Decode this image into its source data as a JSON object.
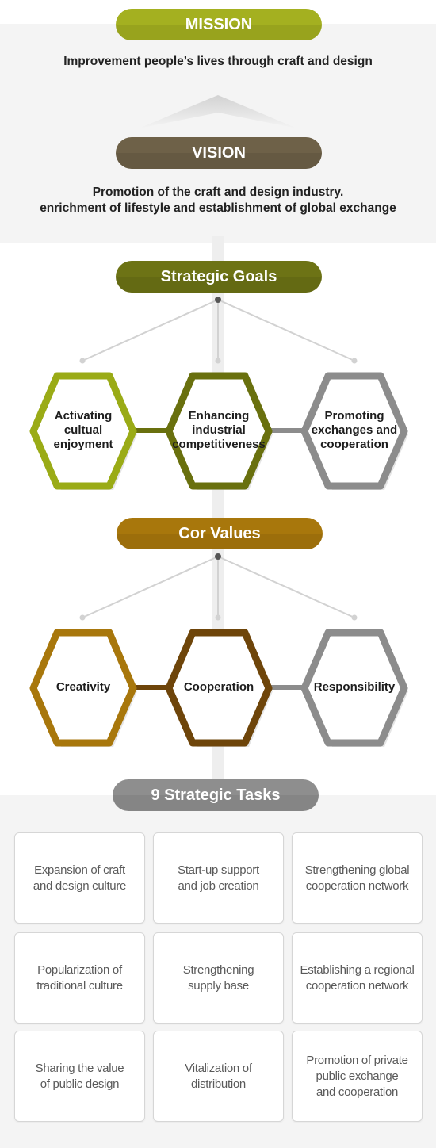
{
  "mission": {
    "label": "MISSION",
    "statement": "Improvement people’s lives through craft and design",
    "color": "#a4b020"
  },
  "vision": {
    "label": "VISION",
    "statement_line1": "Promotion of the craft and design industry.",
    "statement_line2": "enrichment of lifestyle and establishment of global exchange",
    "color": "#6e6148"
  },
  "strategic_goals": {
    "label": "Strategic Goals",
    "color": "#6d7315",
    "items": [
      {
        "lines": [
          "Activating",
          "cultual",
          "enjoyment"
        ],
        "color": "#9aab16"
      },
      {
        "lines": [
          "Enhancing",
          "industrial",
          "competitiveness"
        ],
        "color": "#69700e"
      },
      {
        "lines": [
          "Promoting",
          "exchanges and",
          "cooperation"
        ],
        "color": "#8c8c8c"
      }
    ]
  },
  "core_values": {
    "label": "Cor Values",
    "color": "#a8770c",
    "items": [
      {
        "lines": [
          "Creativity"
        ],
        "color": "#a8770c"
      },
      {
        "lines": [
          "Cooperation"
        ],
        "color": "#6e450a"
      },
      {
        "lines": [
          "Responsibility"
        ],
        "color": "#8c8c8c"
      }
    ]
  },
  "strategic_tasks": {
    "label": "9 Strategic Tasks",
    "color": "#8e8e8e",
    "items": [
      {
        "lines": [
          "Expansion of craft",
          "and design culture"
        ]
      },
      {
        "lines": [
          "Start-up support",
          "and job creation"
        ]
      },
      {
        "lines": [
          "Strengthening global",
          "cooperation network"
        ]
      },
      {
        "lines": [
          "Popularization of",
          "traditional culture"
        ]
      },
      {
        "lines": [
          "Strengthening",
          "supply base"
        ]
      },
      {
        "lines": [
          "Establishing a regional",
          "cooperation network"
        ]
      },
      {
        "lines": [
          "Sharing the value",
          "of public design"
        ]
      },
      {
        "lines": [
          "Vitalization of",
          "distribution"
        ]
      },
      {
        "lines": [
          "Promotion of private",
          "public exchange",
          "and cooperation"
        ]
      }
    ]
  }
}
